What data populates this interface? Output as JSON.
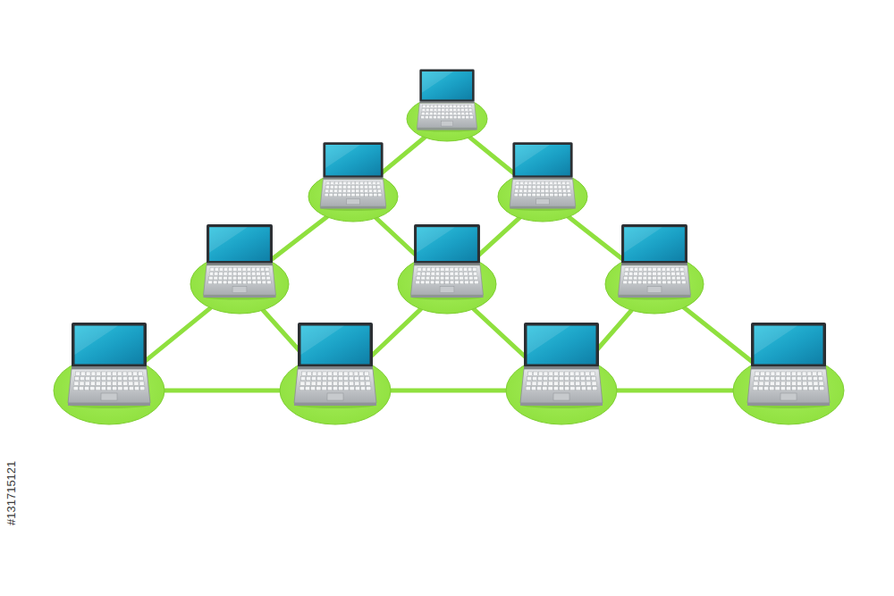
{
  "diagram": {
    "nodes": [
      {
        "text": []
      },
      {
        "text": []
      },
      {
        "text": []
      },
      {
        "text": []
      },
      {
        "text": []
      },
      {
        "text": []
      },
      {
        "text": []
      },
      {
        "text": []
      },
      {
        "text": []
      },
      {
        "text": []
      }
    ],
    "edges": [
      {
        "from": 0,
        "to": 1,
        "arrow": "none"
      },
      {
        "from": 0,
        "to": 2,
        "arrow": "none"
      },
      {
        "from": 1,
        "to": 3,
        "arrow": "none"
      },
      {
        "from": 1,
        "to": 4,
        "arrow": "none"
      },
      {
        "from": 2,
        "to": 4,
        "arrow": "none"
      },
      {
        "from": 2,
        "to": 5,
        "arrow": "none"
      },
      {
        "from": 3,
        "to": 6,
        "arrow": "none"
      },
      {
        "from": 3,
        "to": 7,
        "arrow": "none"
      },
      {
        "from": 4,
        "to": 7,
        "arrow": "none"
      },
      {
        "from": 4,
        "to": 8,
        "arrow": "none"
      },
      {
        "from": 5,
        "to": 8,
        "arrow": "none"
      },
      {
        "from": 5,
        "to": 9,
        "arrow": "none"
      },
      {
        "from": 6,
        "to": 7,
        "arrow": "none"
      },
      {
        "from": 7,
        "to": 8,
        "arrow": "none"
      },
      {
        "from": 8,
        "to": 9,
        "arrow": "none"
      }
    ],
    "labels": [
      "#131715121"
    ]
  }
}
